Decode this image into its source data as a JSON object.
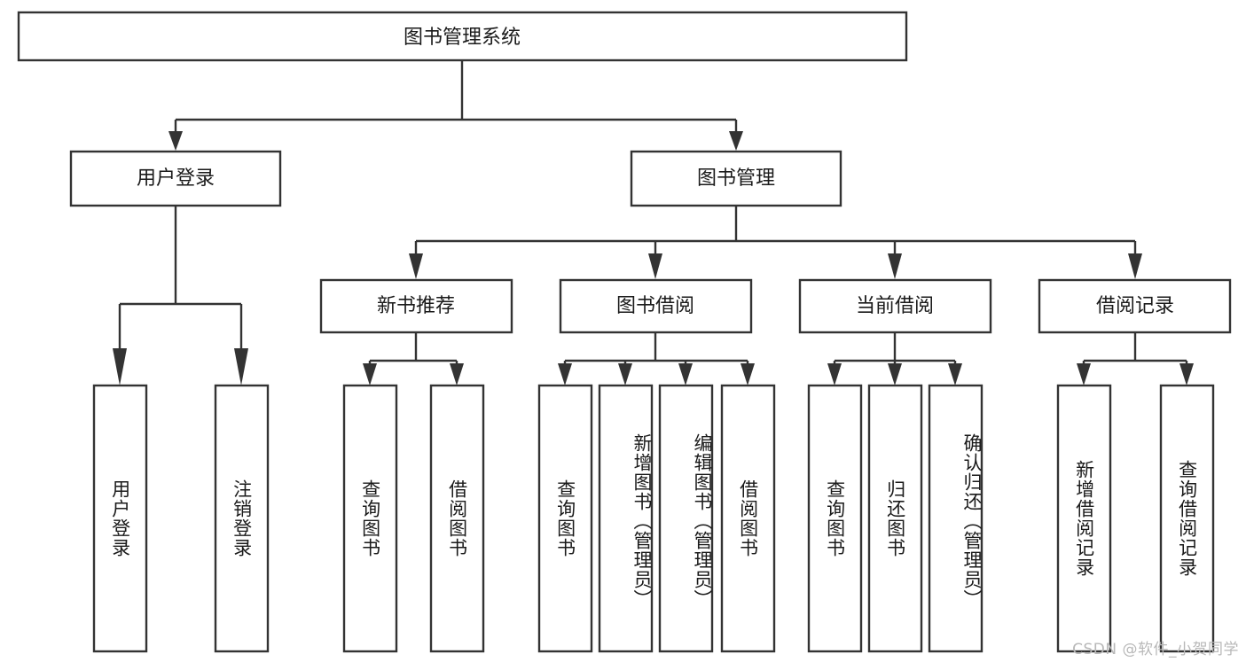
{
  "diagram": {
    "title": "图书管理系统",
    "type": "tree-hierarchy-chart",
    "background_color": "#ffffff",
    "line_color": "#333333",
    "text_color": "#1a1a1a",
    "root": {
      "label": "图书管理系统"
    },
    "level2": [
      {
        "label": "用户登录"
      },
      {
        "label": "图书管理"
      }
    ],
    "level3": [
      {
        "label": "新书推荐"
      },
      {
        "label": "图书借阅"
      },
      {
        "label": "当前借阅"
      },
      {
        "label": "借阅记录"
      }
    ],
    "leaves": {
      "user_login": [
        {
          "label": "用户登录"
        },
        {
          "label": "注销登录"
        }
      ],
      "new_book_recommend": [
        {
          "label": "查询图书"
        },
        {
          "label": "借阅图书"
        }
      ],
      "book_borrow": [
        {
          "label": "查询图书"
        },
        {
          "label": "新增图书（管理员）"
        },
        {
          "label": "编辑图书（管理员）"
        },
        {
          "label": "借阅图书"
        }
      ],
      "current_borrow": [
        {
          "label": "查询图书"
        },
        {
          "label": "归还图书"
        },
        {
          "label": "确认归还（管理员）"
        }
      ],
      "borrow_record": [
        {
          "label": "新增借阅记录"
        },
        {
          "label": "查询借阅记录"
        }
      ]
    }
  },
  "watermark": {
    "text": "CSDN @软件_小贺同学"
  }
}
